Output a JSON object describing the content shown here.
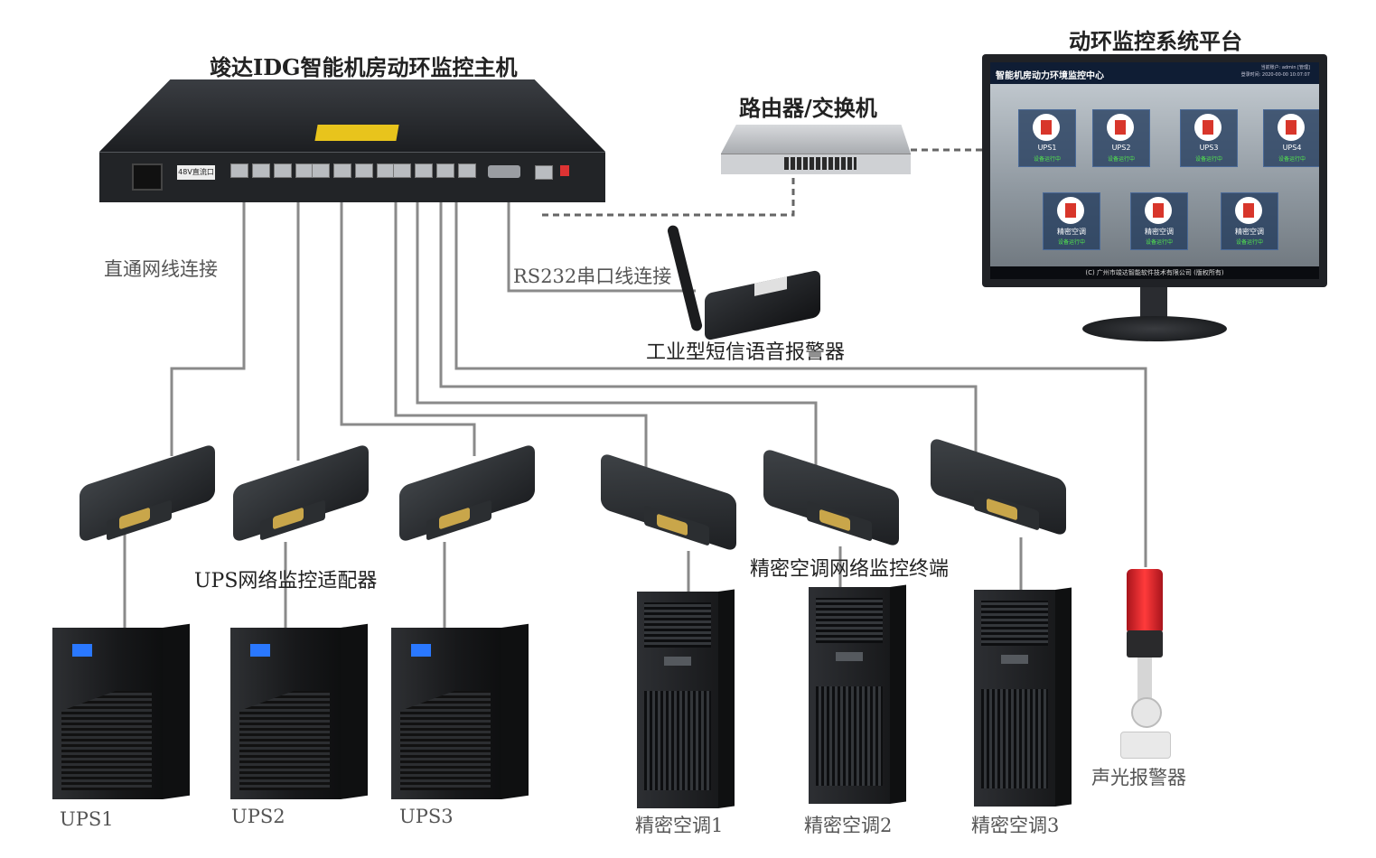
{
  "labels": {
    "host_title": "竣达IDG智能机房动环监控主机",
    "platform_title": "动环监控系统平台",
    "router": "路由器/交换机",
    "ethernet_link": "直通网线连接",
    "rs232_link": "RS232串口线连接",
    "sms_alarm": "工业型短信语音报警器",
    "ups_adapter": "UPS网络监控适配器",
    "ac_terminal": "精密空调网络监控终端",
    "beacon": "声光报警器"
  },
  "host_panel": {
    "dc_label": "48V直流口"
  },
  "devices": {
    "ups": [
      "UPS1",
      "UPS2",
      "UPS3"
    ],
    "ac": [
      "精密空调1",
      "精密空调2",
      "精密空调3"
    ]
  },
  "screen": {
    "title": "智能机房动力环境监控中心",
    "user_line1": "当前账户: admin [管理]",
    "user_line2": "登录时间: 2020-00-00 10:07:07",
    "tiles": [
      {
        "name": "UPS1",
        "status": "设备运行中"
      },
      {
        "name": "UPS2",
        "status": "设备运行中"
      },
      {
        "name": "UPS3",
        "status": "设备运行中"
      },
      {
        "name": "UPS4",
        "status": "设备运行中"
      },
      {
        "name": "精密空调",
        "status": "设备运行中"
      },
      {
        "name": "精密空调",
        "status": "设备运行中"
      },
      {
        "name": "精密空调",
        "status": "设备运行中"
      }
    ],
    "footer": "(C) 广州市竣达智能软件技术有限公司 (版权所有)"
  }
}
